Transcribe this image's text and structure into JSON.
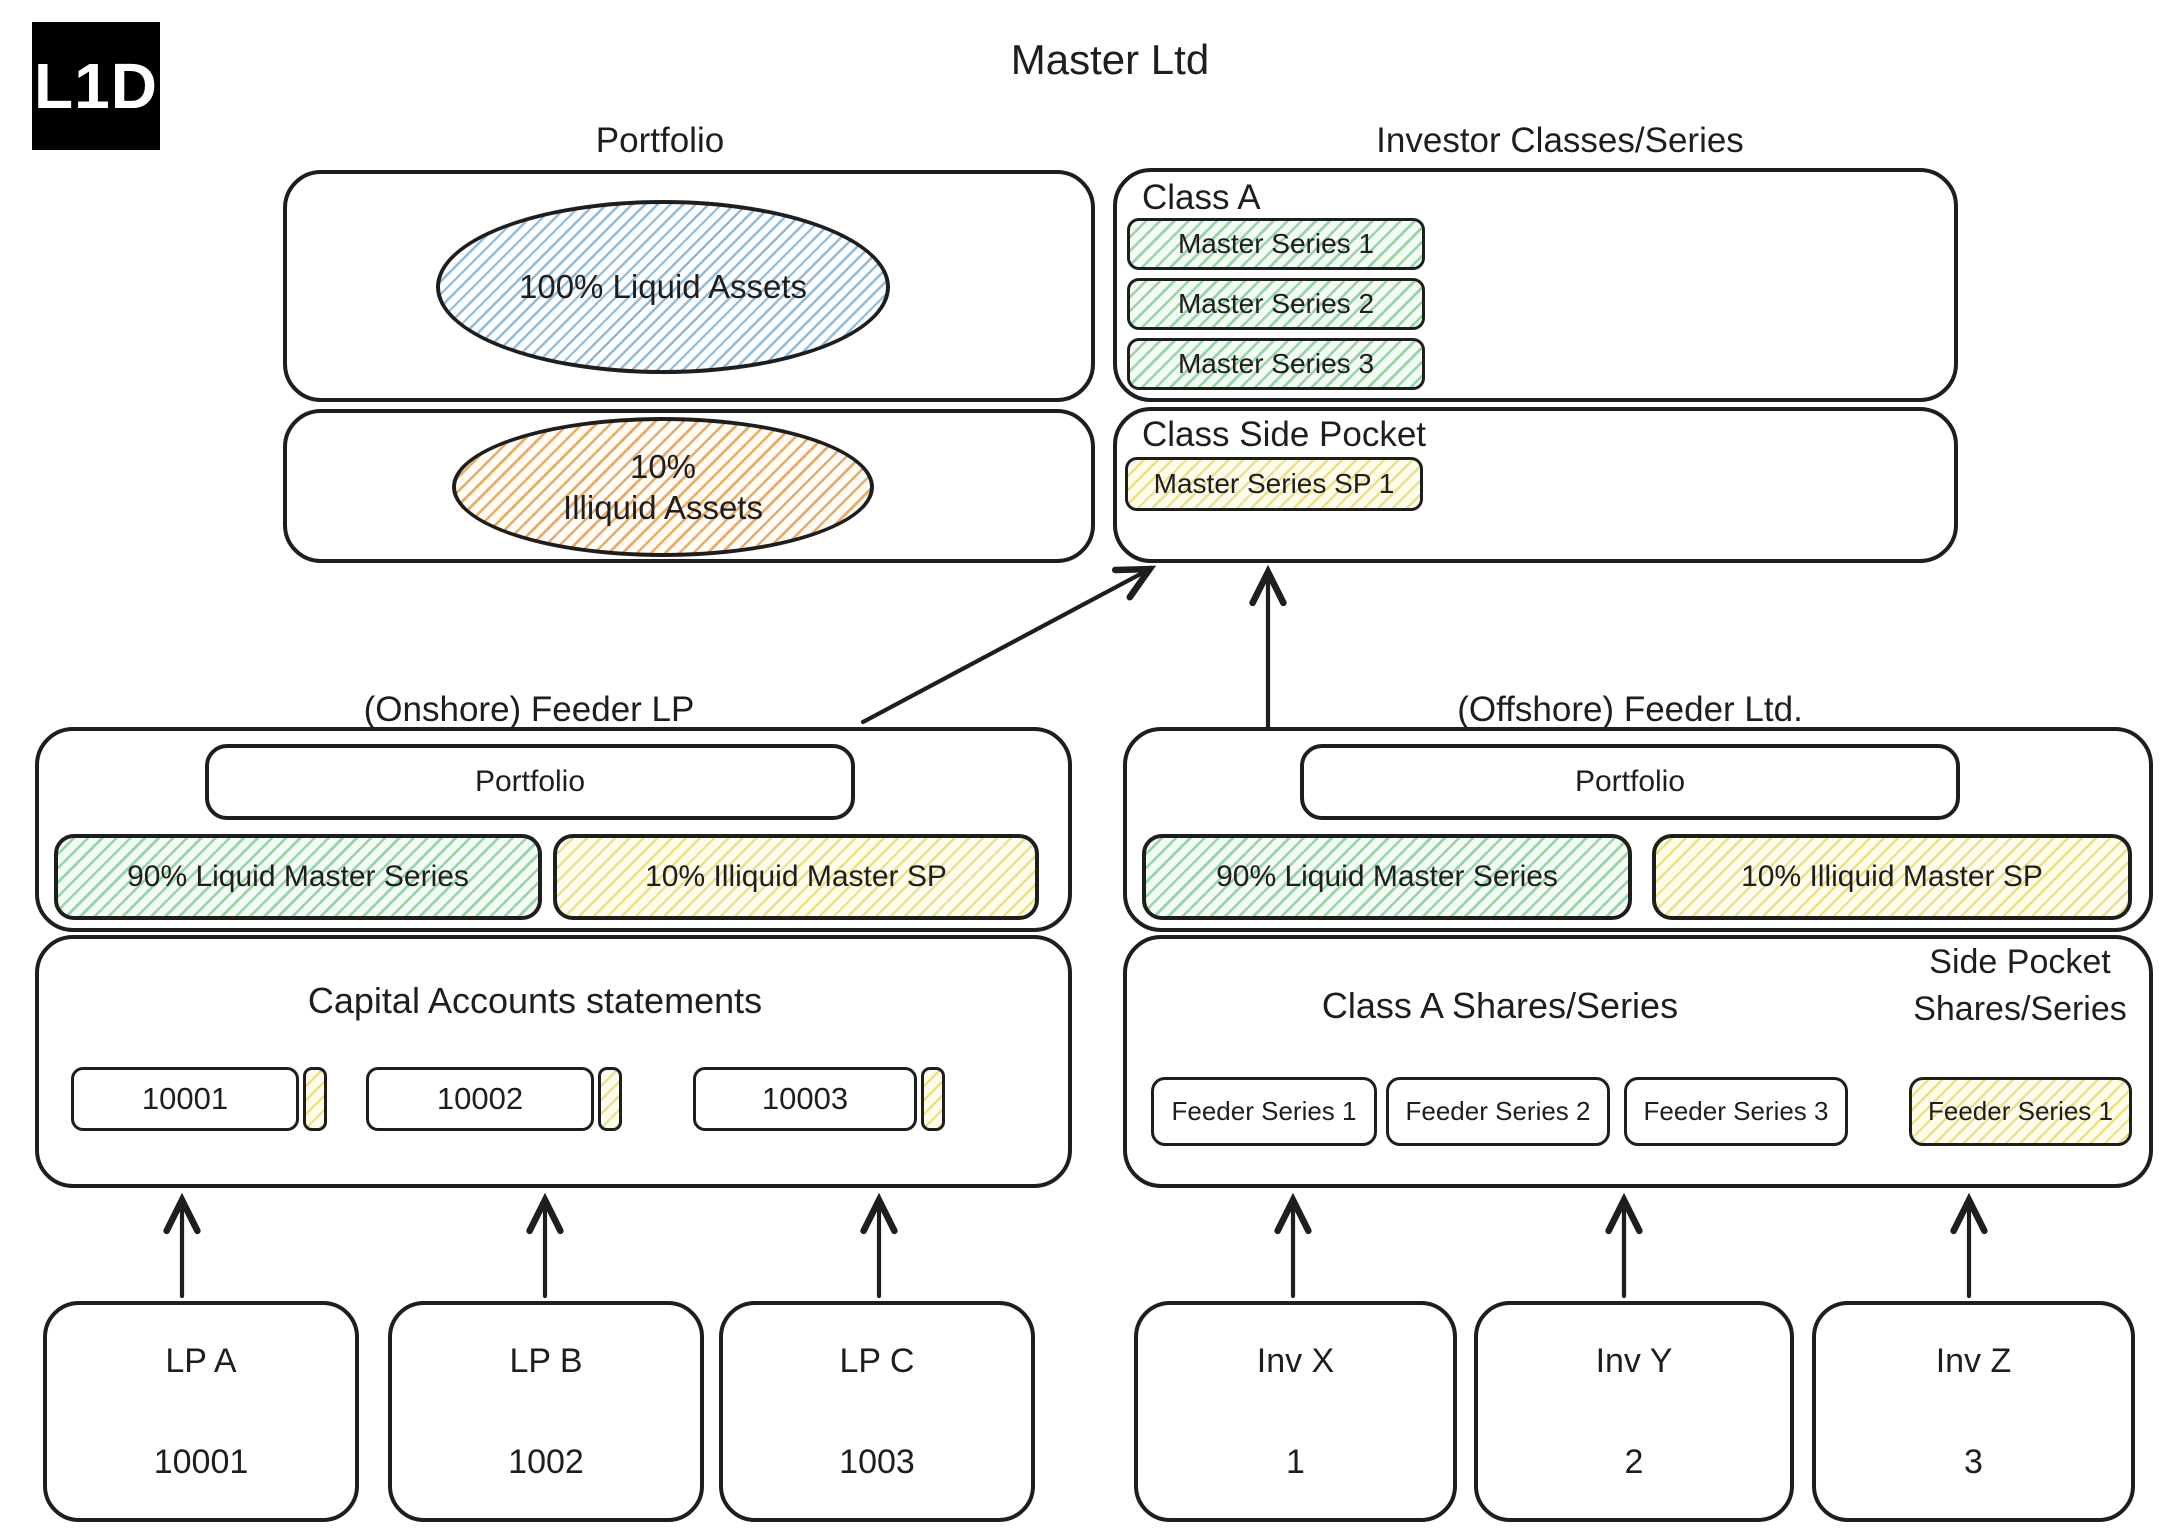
{
  "logo_text": "L1D",
  "master": {
    "title": "Master Ltd",
    "portfolio_label": "Portfolio",
    "investor_label": "Investor Classes/Series",
    "liquid_assets": "100% Liquid Assets",
    "illiquid_line1": "10%",
    "illiquid_line2": "Illiquid Assets",
    "class_a_label": "Class A",
    "class_a_series": [
      "Master Series 1",
      "Master Series 2",
      "Master Series 3"
    ],
    "side_pocket_label": "Class Side Pocket",
    "side_pocket_series": [
      "Master Series SP 1"
    ]
  },
  "onshore": {
    "title": "(Onshore) Feeder LP",
    "portfolio_label": "Portfolio",
    "liquid_box": "90% Liquid Master Series",
    "illiquid_box": "10% Illiquid Master SP",
    "capital_title": "Capital Accounts statements",
    "accounts": [
      "10001",
      "10002",
      "10003"
    ],
    "investors": [
      {
        "name": "LP A",
        "number": "10001"
      },
      {
        "name": "LP B",
        "number": "1002"
      },
      {
        "name": "LP C",
        "number": "1003"
      }
    ]
  },
  "offshore": {
    "title": "(Offshore) Feeder Ltd.",
    "portfolio_label": "Portfolio",
    "liquid_box": "90% Liquid Master Series",
    "illiquid_box": "10% Illiquid Master SP",
    "class_a_label": "Class A Shares/Series",
    "side_pocket_label_line1": "Side Pocket",
    "side_pocket_label_line2": "Shares/Series",
    "class_a_series": [
      "Feeder Series 1",
      "Feeder Series 2",
      "Feeder Series 3"
    ],
    "side_pocket_series": [
      "Feeder Series 1"
    ],
    "investors": [
      {
        "name": "Inv X",
        "number": "1"
      },
      {
        "name": "Inv Y",
        "number": "2"
      },
      {
        "name": "Inv Z",
        "number": "3"
      }
    ]
  },
  "colors": {
    "ink": "#1e1e1e",
    "blue_hatch": "#6ea4cf",
    "orange_hatch": "#e8973c",
    "green_hatch": "#3fae58",
    "yellow_hatch": "#e3cf3a"
  }
}
